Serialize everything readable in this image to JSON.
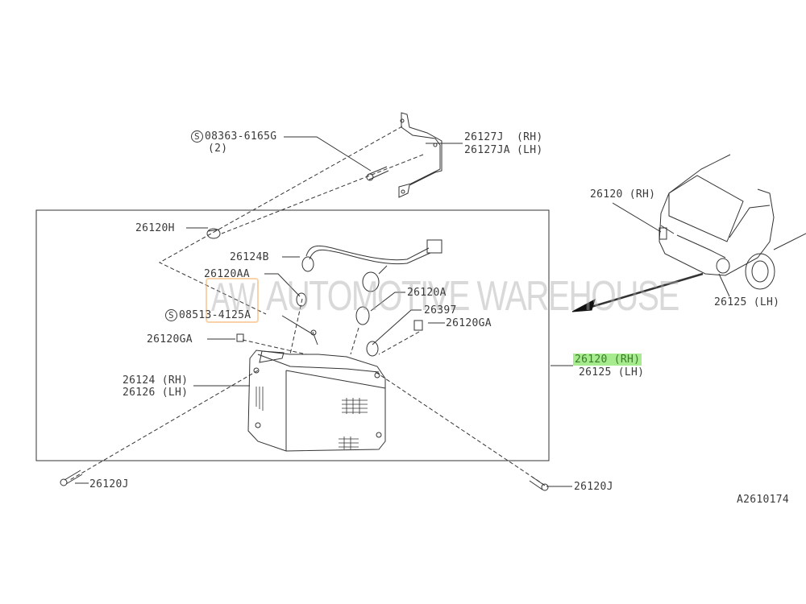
{
  "diagram_id": "A2610174",
  "watermark": {
    "logo": "AW",
    "text": "AUTOMOTIVE WAREHOUSE"
  },
  "highlight_color": "#a6ec8e",
  "callouts": {
    "screw_top": {
      "symbol": "S",
      "part": "08363-6165G",
      "qty": "(2)"
    },
    "bracket_rh": "26127J  (RH)",
    "bracket_lh": "26127JA (LH)",
    "car_rh": "26120 (RH)",
    "car_lh": "26125 (LH)",
    "clip_h": "26120H",
    "harness": "26124B",
    "bulb_aa": "26120AA",
    "bulb_a": "26120A",
    "socket": "26397",
    "screw_mid": {
      "symbol": "S",
      "part": "08513-4125A"
    },
    "nut_left": "26120GA",
    "nut_right": "26120GA",
    "assembly_rh": "26120 (RH)",
    "assembly_lh": "26125 (LH)",
    "lens_rh": "26124 (RH)",
    "lens_lh": "26126 (LH)",
    "bolt_left": "26120J",
    "bolt_right": "26120J"
  }
}
